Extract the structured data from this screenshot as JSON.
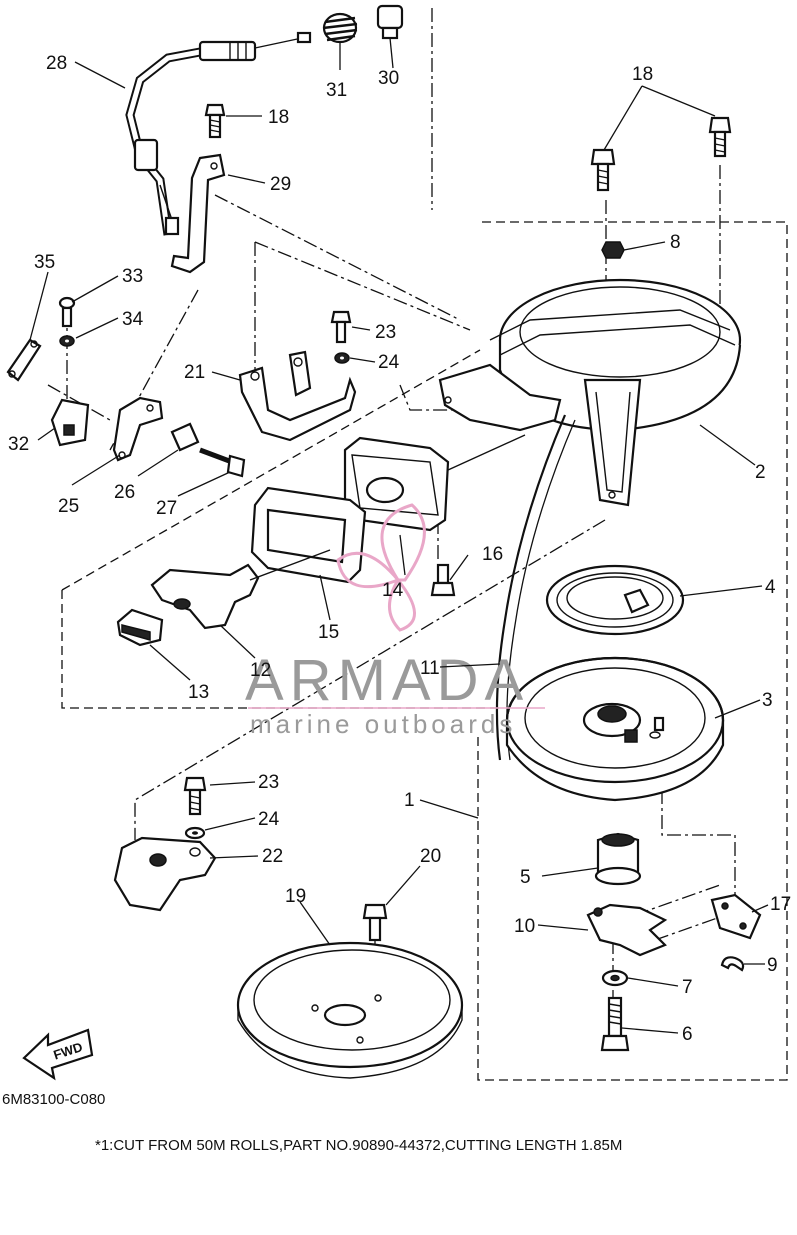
{
  "diagram_code": "6M83100-C080",
  "footnote": "*1:CUT FROM 50M ROLLS,PART NO.90890-44372,CUTTING LENGTH 1.85M",
  "direction_marker": "FWD",
  "watermark": {
    "brand": "ARMADA",
    "tagline": "marine outboards",
    "color": "#9a9a9a",
    "accent": "#e9a7c8"
  },
  "callouts": {
    "c1": "1",
    "c2": "2",
    "c3": "3",
    "c4": "4",
    "c5": "5",
    "c6": "6",
    "c7": "7",
    "c8": "8",
    "c9": "9",
    "c10": "10",
    "c11": "11",
    "c12": "12",
    "c13": "13",
    "c14": "14",
    "c15": "15",
    "c16": "16",
    "c17": "17",
    "c18a": "18",
    "c18b": "18",
    "c19": "19",
    "c20": "20",
    "c21": "21",
    "c22": "22",
    "c23a": "23",
    "c23b": "23",
    "c24a": "24",
    "c24b": "24",
    "c25": "25",
    "c26": "26",
    "c27": "27",
    "c28": "28",
    "c29": "29",
    "c30": "30",
    "c31": "31",
    "c32": "32",
    "c33": "33",
    "c34": "34",
    "c35": "35"
  }
}
